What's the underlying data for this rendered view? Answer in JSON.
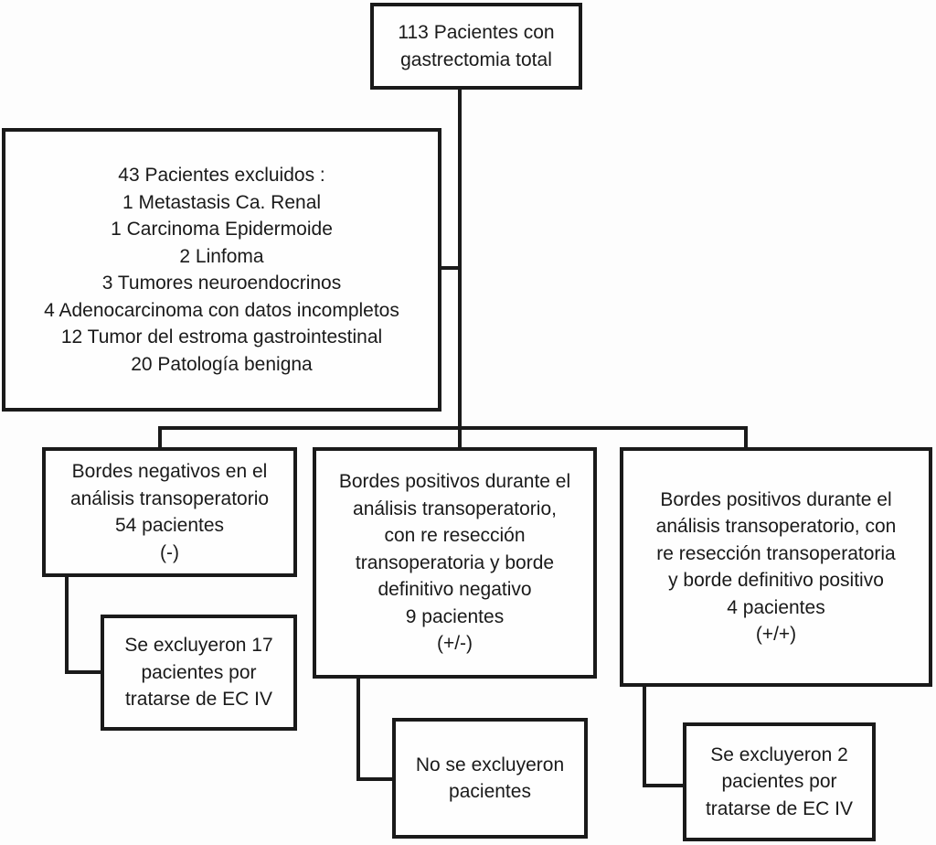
{
  "diagram": {
    "type": "patient-flowchart",
    "language": "es",
    "colors": {
      "line": "#1a1a1a",
      "text": "#1a1a1a",
      "background": "#fdfdfd",
      "box_fill": "#fefefe"
    },
    "boxes": {
      "total": {
        "lines": [
          "113 Pacientes con",
          "gastrectomia total"
        ]
      },
      "excluded": {
        "lines": [
          "43 Pacientes excluidos :",
          "1 Metastasis Ca. Renal",
          "1 Carcinoma Epidermoide",
          "2 Linfoma",
          "3 Tumores neuroendocrinos",
          "4 Adenocarcinoma con datos incompletos",
          "12 Tumor del estroma gastrointestinal",
          "20 Patología benigna"
        ]
      },
      "negative_margins": {
        "lines": [
          "Bordes negativos en el",
          "análisis transoperatorio",
          "54 pacientes",
          "(-)"
        ]
      },
      "positive_then_negative": {
        "lines": [
          "Bordes positivos durante el",
          "análisis transoperatorio,",
          "con re resección",
          "transoperatoria y borde",
          "definitivo negativo",
          "9 pacientes",
          "(+/-)"
        ]
      },
      "positive_then_positive": {
        "lines": [
          "Bordes positivos durante el",
          "análisis transoperatorio, con",
          "re resección transoperatoria",
          "y borde definitivo positivo",
          "4 pacientes",
          "(+/+)"
        ]
      },
      "excluded_17": {
        "lines": [
          "Se excluyeron 17",
          "pacientes por",
          "tratarse de EC IV"
        ]
      },
      "not_excluded": {
        "lines": [
          "No se excluyeron",
          "pacientes"
        ]
      },
      "excluded_2": {
        "lines": [
          "Se excluyeron 2",
          "pacientes por",
          "tratarse de EC IV"
        ]
      }
    }
  }
}
